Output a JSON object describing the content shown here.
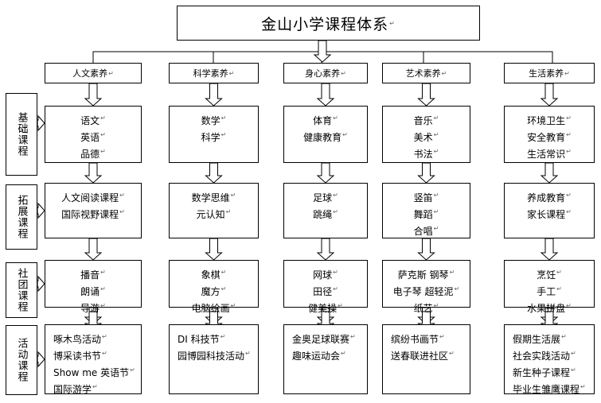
{
  "title": "金山小学课程体系",
  "categories": [
    "人文素养",
    "科学素养",
    "身心素养",
    "艺术素养",
    "生活素养"
  ],
  "levels": [
    {
      "label": "基础课程"
    },
    {
      "label": "拓展课程"
    },
    {
      "label": "社团课程"
    },
    {
      "label": "活动课程"
    }
  ],
  "cells": [
    [
      [
        "语文",
        "英语",
        "品德"
      ],
      [
        "数学",
        "科学"
      ],
      [
        "体育",
        "健康教育"
      ],
      [
        "音乐",
        "美术",
        "书法"
      ],
      [
        "环境卫生",
        "安全教育",
        "生活常识"
      ]
    ],
    [
      [
        "人文阅读课程",
        "国际视野课程"
      ],
      [
        "数学思维",
        "元认知"
      ],
      [
        "足球",
        "跳绳"
      ],
      [
        "竖笛",
        "舞蹈",
        "合唱"
      ],
      [
        "养成教育",
        "家长课程"
      ]
    ],
    [
      [
        "播音",
        "朗诵",
        "导游"
      ],
      [
        "象棋",
        "魔方",
        "电脑绘画"
      ],
      [
        "网球",
        "田径",
        "健美操"
      ],
      [
        "萨克斯  钢琴",
        "电子琴  超轻泥",
        "纸艺"
      ],
      [
        "烹饪",
        "手工",
        "水果拼盘"
      ]
    ],
    [
      [
        "啄木鸟活动",
        "博采读书节",
        "Show me 英语节",
        "国际游学"
      ],
      [
        "DI 科技节",
        "园博园科技活动"
      ],
      [
        "金奥足球联赛",
        "趣味运动会"
      ],
      [
        "缤纷书画节",
        "送春联进社区"
      ],
      [
        "假期生活展",
        "社会实践活动",
        "新生种子课程",
        "毕业生雏鹰课程"
      ]
    ]
  ]
}
